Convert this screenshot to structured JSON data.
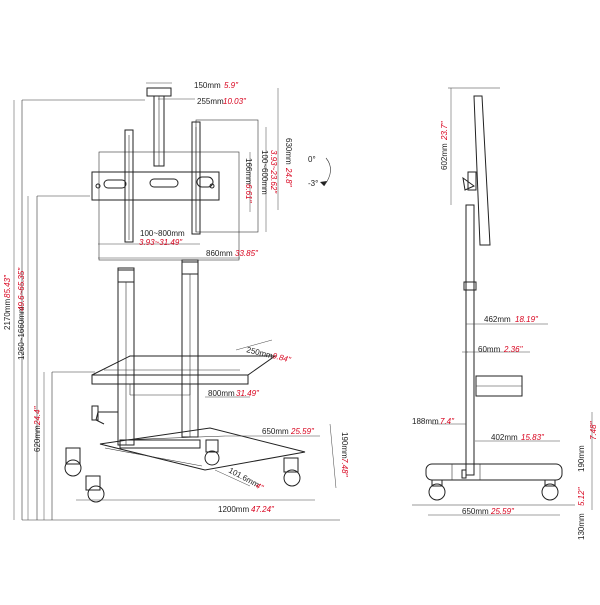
{
  "colors": {
    "line": "#222222",
    "imperial": "#d8001c",
    "background": "#ffffff"
  },
  "dims": {
    "d150": {
      "metric": "150mm",
      "imperial": "5.9\""
    },
    "d255": {
      "metric": "255mm",
      "imperial": "10.03\""
    },
    "d630": {
      "metric": "630mm",
      "imperial": "24.8\""
    },
    "d100_600": {
      "metric": "100~600mm",
      "imperial": "3.93~23.62\""
    },
    "d166": {
      "metric": "166mm",
      "imperial": "6.61\""
    },
    "d100_800": {
      "metric": "100~800mm",
      "imperial": "3.93~31.49\""
    },
    "d860": {
      "metric": "860mm",
      "imperial": "33.85\""
    },
    "d2170": {
      "metric": "2170mm",
      "imperial": "85.43\""
    },
    "d1260": {
      "metric": "1260~1660mm",
      "imperial": "49.6~65.35\""
    },
    "d620": {
      "metric": "620mm",
      "imperial": "24.4\""
    },
    "d250": {
      "metric": "250mm",
      "imperial": "9.84\""
    },
    "d800": {
      "metric": "800mm",
      "imperial": "31.49\""
    },
    "d650": {
      "metric": "650mm",
      "imperial": "25.59\""
    },
    "d190": {
      "metric": "190mm",
      "imperial": "7.48\""
    },
    "d101": {
      "metric": "101.6mm",
      "imperial": "4\""
    },
    "d1200": {
      "metric": "1200mm",
      "imperial": "47.24\""
    },
    "d602": {
      "metric": "602mm",
      "imperial": "23.7\""
    },
    "d462": {
      "metric": "462mm",
      "imperial": "18.19\""
    },
    "d60": {
      "metric": "60mm",
      "imperial": "2.36\""
    },
    "d188": {
      "metric": "188mm",
      "imperial": "7.4\""
    },
    "d402": {
      "metric": "402mm",
      "imperial": "15.83\""
    },
    "d190r": {
      "metric": "190mm",
      "imperial": "7.48\""
    },
    "d130": {
      "metric": "130mm",
      "imperial": "5.12\""
    },
    "d650r": {
      "metric": "650mm",
      "imperial": "25.59\""
    }
  },
  "tilt": {
    "up": "0°",
    "down": "-3°"
  }
}
